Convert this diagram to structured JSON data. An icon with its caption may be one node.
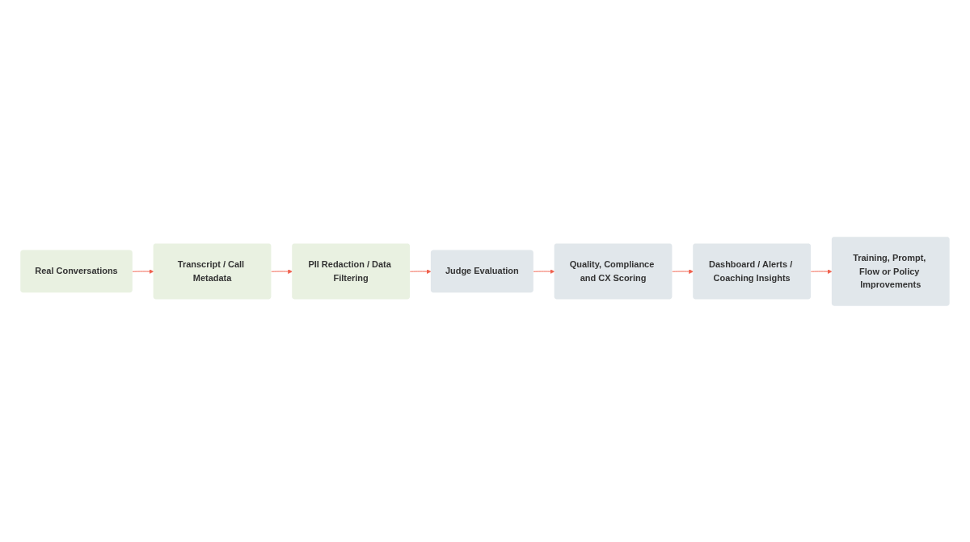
{
  "diagram": {
    "nodes": [
      {
        "text": [
          "Real Conversations"
        ]
      },
      {
        "text": [
          "Transcript / Call Metadata"
        ]
      },
      {
        "text": [
          "PII Redaction / Data Filtering"
        ]
      },
      {
        "text": [
          "Judge Evaluation"
        ]
      },
      {
        "text": [
          "Quality, Compliance and CX Scoring"
        ]
      },
      {
        "text": [
          "Dashboard / Alerts / Coaching Insights"
        ]
      },
      {
        "text": [
          "Training, Prompt, Flow or Policy Improvements"
        ]
      }
    ],
    "edges": [
      {
        "from": 0,
        "to": 1,
        "arrow": "to"
      },
      {
        "from": 1,
        "to": 2,
        "arrow": "to"
      },
      {
        "from": 2,
        "to": 3,
        "arrow": "to"
      },
      {
        "from": 3,
        "to": 4,
        "arrow": "to"
      },
      {
        "from": 4,
        "to": 5,
        "arrow": "to"
      },
      {
        "from": 5,
        "to": 6,
        "arrow": "to"
      }
    ]
  }
}
